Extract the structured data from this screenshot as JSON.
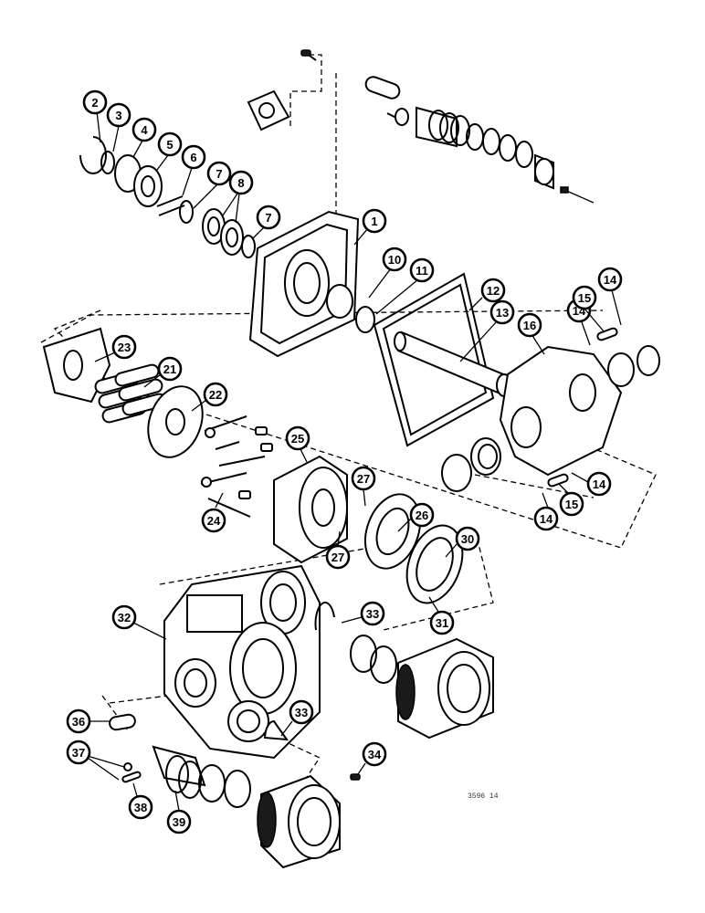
{
  "diagram": {
    "callouts": [
      {
        "label": "1"
      },
      {
        "label": "2"
      },
      {
        "label": "3"
      },
      {
        "label": "4"
      },
      {
        "label": "5"
      },
      {
        "label": "6"
      },
      {
        "label": "7"
      },
      {
        "label": "7"
      },
      {
        "label": "8"
      },
      {
        "label": "10"
      },
      {
        "label": "11"
      },
      {
        "label": "12"
      },
      {
        "label": "13"
      },
      {
        "label": "14"
      },
      {
        "label": "14"
      },
      {
        "label": "14"
      },
      {
        "label": "14"
      },
      {
        "label": "15"
      },
      {
        "label": "15"
      },
      {
        "label": "16"
      },
      {
        "label": "21"
      },
      {
        "label": "22"
      },
      {
        "label": "23"
      },
      {
        "label": "24"
      },
      {
        "label": "25"
      },
      {
        "label": "26"
      },
      {
        "label": "27"
      },
      {
        "label": "27"
      },
      {
        "label": "30"
      },
      {
        "label": "31"
      },
      {
        "label": "32"
      },
      {
        "label": "33"
      },
      {
        "label": "33"
      },
      {
        "label": "34"
      },
      {
        "label": "36"
      },
      {
        "label": "37"
      },
      {
        "label": "38"
      },
      {
        "label": "39"
      }
    ],
    "reference_code": "3596 14"
  }
}
